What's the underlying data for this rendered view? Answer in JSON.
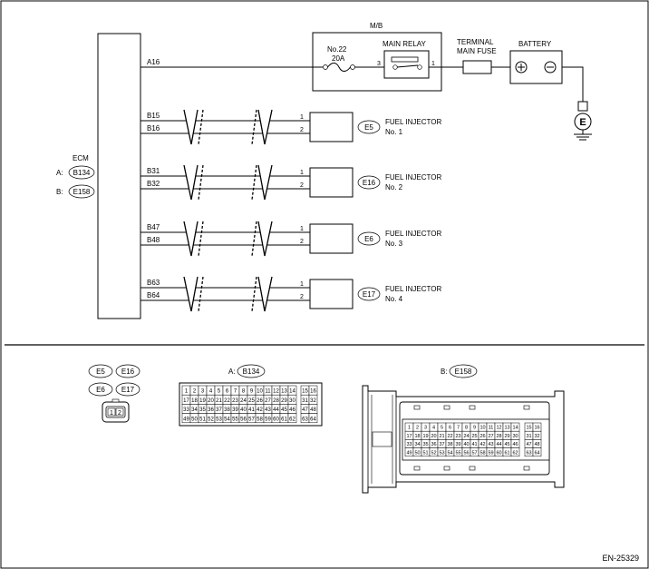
{
  "ecm": {
    "title": "ECM",
    "connectors": [
      {
        "prefix": "A:",
        "code": "B134"
      },
      {
        "prefix": "B:",
        "code": "E158"
      }
    ]
  },
  "power": {
    "mb_label": "M/B",
    "wire_label": "A16",
    "fuse_label": "No.22",
    "fuse_rating": "20A",
    "relay_label": "MAIN RELAY",
    "relay_pin_in": "3",
    "relay_pin_out": "1",
    "terminal_fuse_label": [
      "TERMINAL",
      "MAIN FUSE"
    ],
    "battery_label": "BATTERY",
    "ground_label": "E"
  },
  "injectors": [
    {
      "wire1": "B15",
      "wire2": "B16",
      "pin1": "1",
      "pin2": "2",
      "connector": "E5",
      "label1": "FUEL INJECTOR",
      "label2": "No. 1"
    },
    {
      "wire1": "B31",
      "wire2": "B32",
      "pin1": "1",
      "pin2": "2",
      "connector": "E16",
      "label1": "FUEL INJECTOR",
      "label2": "No. 2"
    },
    {
      "wire1": "B47",
      "wire2": "B48",
      "pin1": "1",
      "pin2": "2",
      "connector": "E6",
      "label1": "FUEL INJECTOR",
      "label2": "No. 3"
    },
    {
      "wire1": "B63",
      "wire2": "B64",
      "pin1": "1",
      "pin2": "2",
      "connector": "E17",
      "label1": "FUEL INJECTOR",
      "label2": "No. 4"
    }
  ],
  "connector_views": {
    "injector_tags": [
      "E5",
      "E16",
      "E6",
      "E17"
    ],
    "injector_pins": [
      "1",
      "2"
    ],
    "b134_prefix": "A:",
    "b134_code": "B134",
    "e158_prefix": "B:",
    "e158_code": "E158",
    "pin_rows": [
      [
        "1",
        "2",
        "3",
        "4",
        "5",
        "6",
        "7",
        "8",
        "9",
        "10",
        "11",
        "12",
        "13",
        "14",
        "15",
        "16"
      ],
      [
        "17",
        "18",
        "19",
        "20",
        "21",
        "22",
        "23",
        "24",
        "25",
        "26",
        "27",
        "28",
        "29",
        "30",
        "31",
        "32"
      ],
      [
        "33",
        "34",
        "35",
        "36",
        "37",
        "38",
        "39",
        "40",
        "41",
        "42",
        "43",
        "44",
        "45",
        "46",
        "47",
        "48"
      ],
      [
        "49",
        "50",
        "51",
        "52",
        "53",
        "54",
        "55",
        "56",
        "57",
        "58",
        "59",
        "60",
        "61",
        "62",
        "63",
        "64"
      ]
    ]
  },
  "figure_code": "EN-25329"
}
